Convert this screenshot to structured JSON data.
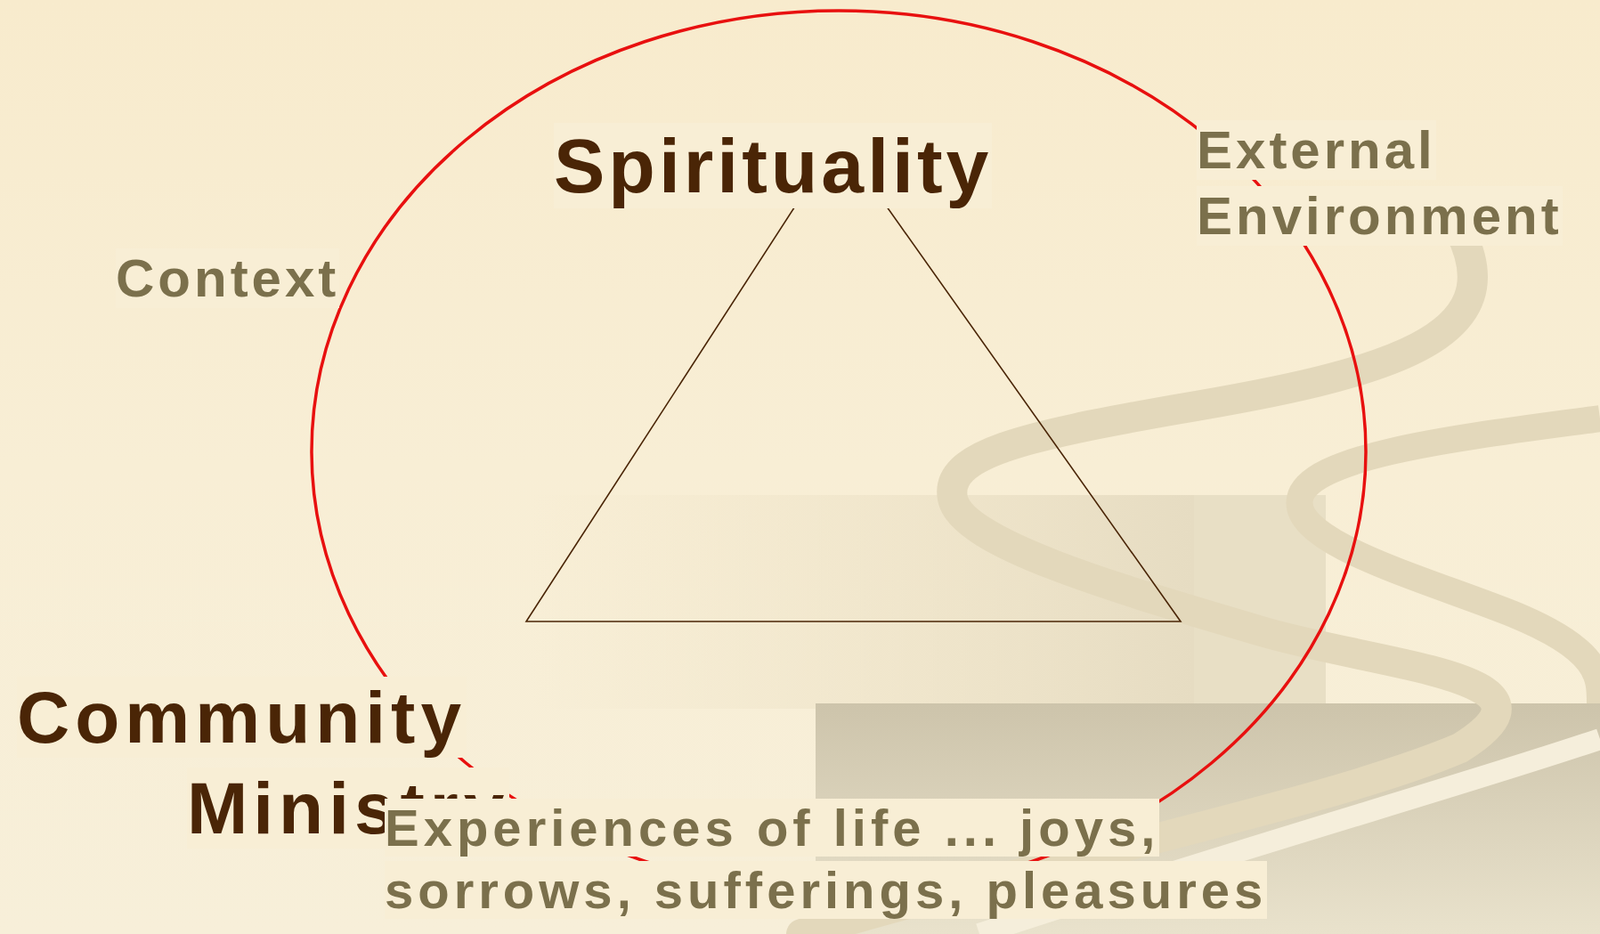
{
  "diagram": {
    "labels": [
      "Spirituality",
      "External Environment",
      "Context",
      "Community Ministry",
      "Experiences of life ... joys, sorrows, sufferings, pleasures"
    ]
  }
}
